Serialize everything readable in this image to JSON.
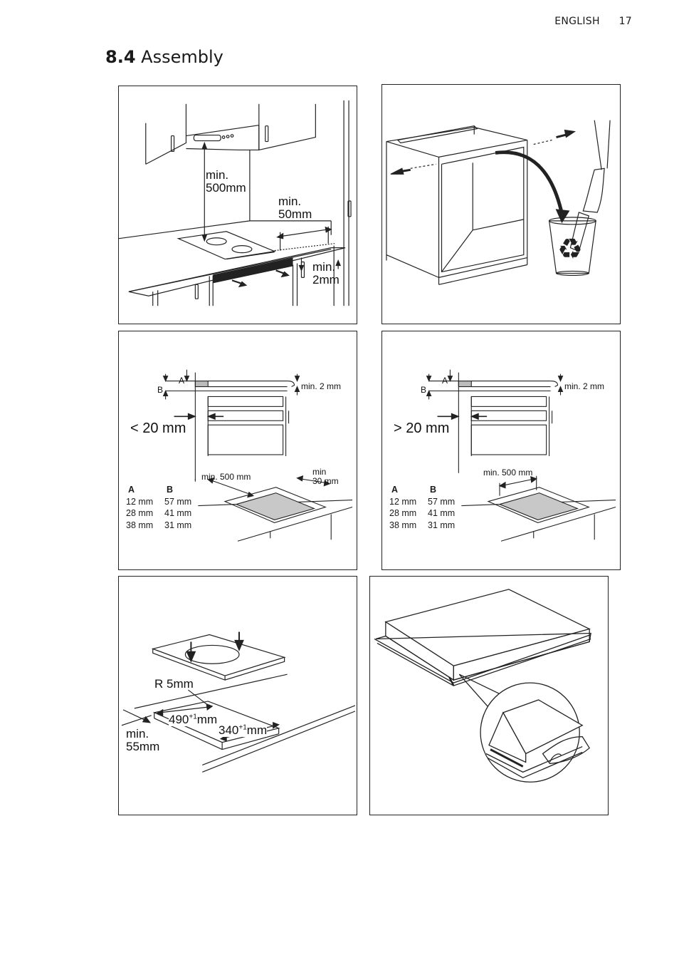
{
  "header": {
    "language": "ENGLISH",
    "page_number": "17"
  },
  "section": {
    "number": "8.4",
    "title": "Assembly"
  },
  "panel1": {
    "hood_distance_line1": "min.",
    "hood_distance_line2": "500mm",
    "side_distance_line1": "min.",
    "side_distance_line2": "50mm",
    "gap_line1": "min.",
    "gap_line2": "2mm"
  },
  "panel2": {
    "recycle_icon": "recycle-icon"
  },
  "panel3": {
    "label_a": "A",
    "label_b": "B",
    "min_gap": "min. 2 mm",
    "distance": "< 20 mm",
    "min_500": "min. 500 mm",
    "min30_line1": "min",
    "min30_line2": "30 mm",
    "table": {
      "headers": [
        "A",
        "B"
      ],
      "rows": [
        [
          "12 mm",
          "57 mm"
        ],
        [
          "28 mm",
          "41 mm"
        ],
        [
          "38 mm",
          "31 mm"
        ]
      ]
    }
  },
  "panel4": {
    "label_a": "A",
    "label_b": "B",
    "min_gap": "min. 2 mm",
    "distance": "> 20 mm",
    "min_500": "min. 500 mm",
    "table": {
      "headers": [
        "A",
        "B"
      ],
      "rows": [
        [
          "12 mm",
          "57 mm"
        ],
        [
          "28 mm",
          "41 mm"
        ],
        [
          "38 mm",
          "31 mm"
        ]
      ]
    }
  },
  "panel5": {
    "radius": "R 5mm",
    "width_base": "490",
    "width_sup": "+1",
    "width_unit": "mm",
    "depth_base": "340",
    "depth_sup": "+1",
    "depth_unit": "mm",
    "edge_line1": "min.",
    "edge_line2": "55mm"
  }
}
